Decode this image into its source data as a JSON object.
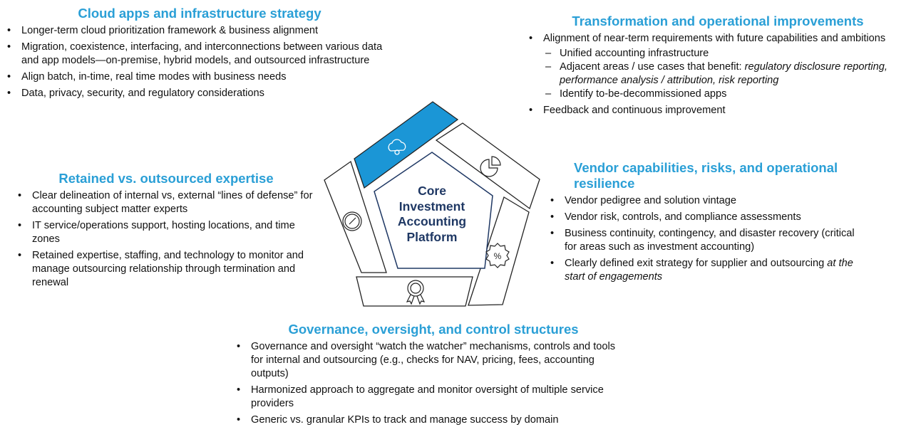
{
  "colors": {
    "accent": "#2a9fd6",
    "navy": "#1f3864",
    "outline": "#222222"
  },
  "center": {
    "lines": [
      "Core",
      "Investment",
      "Accounting",
      "Platform"
    ]
  },
  "icons": [
    "cloud-icon",
    "pie-chart-icon",
    "percent-badge-icon",
    "award-ribbon-icon",
    "compass-icon"
  ],
  "cloud": {
    "heading": "Cloud apps and infrastructure strategy",
    "items": [
      "Longer-term cloud prioritization framework & business alignment",
      "Migration, coexistence, interfacing, and interconnections between various data and app models—on-premise, hybrid models, and outsourced infrastructure",
      "Align batch, in-time, real time modes with business needs",
      "Data, privacy, security, and regulatory considerations"
    ]
  },
  "transform": {
    "heading": "Transformation and operational improvements",
    "item1": "Alignment  of near-term requirements with future capabilities and ambitions",
    "sub1": "Unified accounting infrastructure",
    "sub2_text": "Adjacent areas / use cases that benefit: ",
    "sub2_italic": "regulatory disclosure reporting, performance analysis / attribution, risk reporting",
    "sub3": "Identify to-be-decommissioned apps",
    "item2": "Feedback and continuous improvement"
  },
  "retained": {
    "heading": "Retained vs. outsourced expertise",
    "items": [
      "Clear delineation of internal vs, external “lines of defense” for accounting subject matter experts",
      "IT service/operations support, hosting locations, and time zones",
      "Retained expertise, staffing, and technology to monitor and manage outsourcing relationship through termination and renewal"
    ]
  },
  "vendor": {
    "heading": "Vendor capabilities, risks, and operational resilience",
    "items": [
      "Vendor pedigree and solution vintage",
      "Vendor risk, controls, and compliance assessments",
      "Business continuity, contingency, and disaster recovery (critical for areas such as investment accounting)"
    ],
    "last_text": "Clearly defined exit strategy for supplier and outsourcing ",
    "last_italic": "at the start of engagements"
  },
  "governance": {
    "heading": "Governance, oversight, and control structures",
    "items": [
      "Governance and oversight “watch the watcher” mechanisms, controls and tools for internal and outsourcing (e.g., checks for NAV, pricing, fees, accounting outputs)",
      "Harmonized approach to aggregate and monitor oversight of multiple service providers",
      "Generic vs. granular KPIs to track and manage success by domain"
    ]
  }
}
